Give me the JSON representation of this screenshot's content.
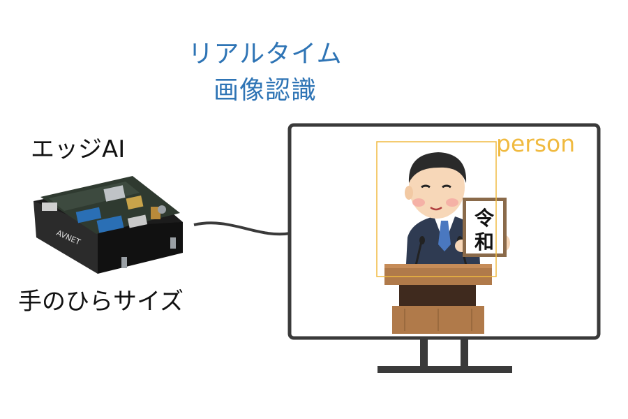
{
  "title": {
    "line1": "リアルタイム",
    "line2": "画像認識"
  },
  "device": {
    "caption": "エッジAI",
    "size_caption": "手のひらサイズ",
    "brand": "AVNET"
  },
  "detection": {
    "label": "person"
  },
  "sign": {
    "line1": "令",
    "line2": "和"
  },
  "colors": {
    "title": "#2e74b5",
    "box": "#f0ba40",
    "monitor": "#3a3a3a"
  }
}
